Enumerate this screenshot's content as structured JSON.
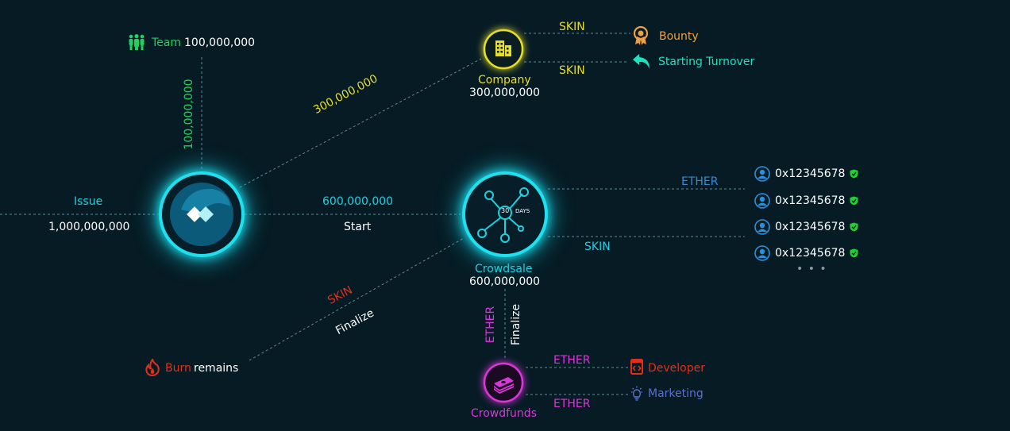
{
  "colors": {
    "background": "#061b24",
    "cyan": "#1fd0e0",
    "green": "#20d060",
    "yellow": "#e6de2a",
    "magenta": "#d838d8",
    "red": "#e0301c",
    "orange": "#f0a040",
    "teal": "#1fe0c0",
    "blue": "#2b8fe0",
    "periwinkle": "#5a70d0",
    "white": "#ffffff"
  },
  "issue": {
    "label": "Issue",
    "amount": "1,000,000,000"
  },
  "team": {
    "label": "Team",
    "amount": "100,000,000",
    "edge_label": "100,000,000",
    "icon": "team-icon"
  },
  "company": {
    "label": "Company",
    "amount": "300,000,000",
    "edge_label": "300,000,000",
    "icon": "building-icon"
  },
  "bounty": {
    "label": "Bounty",
    "edge_label": "SKIN",
    "icon": "award-icon"
  },
  "turnover": {
    "label": "Starting Turnover",
    "edge_label": "SKIN",
    "icon": "return-arrow-icon"
  },
  "start_edge": {
    "amount": "600,000,000",
    "label": "Start"
  },
  "crowdsale": {
    "label": "Crowdsale",
    "amount": "600,000,000",
    "badge_number": "30",
    "badge_unit": "DAYS",
    "icon": "network-hub-icon"
  },
  "crowdsale_edges": {
    "ether_label": "ETHER",
    "skin_label": "SKIN"
  },
  "addresses": [
    {
      "value": "0x12345678",
      "icon": "user-icon",
      "verified_icon": "shield-check-icon"
    },
    {
      "value": "0x12345678",
      "icon": "user-icon",
      "verified_icon": "shield-check-icon"
    },
    {
      "value": "0x12345678",
      "icon": "user-icon",
      "verified_icon": "shield-check-icon"
    },
    {
      "value": "0x12345678",
      "icon": "user-icon",
      "verified_icon": "shield-check-icon"
    }
  ],
  "more_dots": "• • •",
  "burn": {
    "highlight": "Burn",
    "label": "remains",
    "edge_skin": "SKIN",
    "edge_finalize": "Finalize",
    "icon": "fire-icon"
  },
  "crowdfunds_edge": {
    "ether": "ETHER",
    "finalize": "Finalize"
  },
  "crowdfunds": {
    "label": "Crowdfunds",
    "icon": "money-stack-icon"
  },
  "developer": {
    "label": "Developer",
    "edge_label": "ETHER",
    "icon": "code-icon"
  },
  "marketing": {
    "label": "Marketing",
    "edge_label": "ETHER",
    "icon": "lightbulb-icon"
  },
  "token": {
    "icon": "token-logo-icon"
  }
}
